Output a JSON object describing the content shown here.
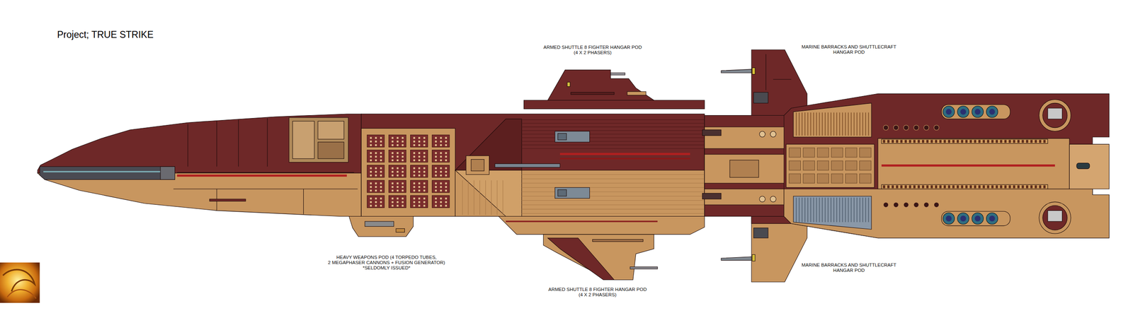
{
  "diagram": {
    "title": "Project; TRUE STRIKE",
    "labels": [
      "ARMED SHUTTLE 8 FIGHTER HANGAR POD (4 X 2 PHASERS)",
      "MARINE BARRACKS AND SHUTTLECRAFT HANGAR POD",
      "HEAVY WEAPONS POD (4 TORPEDO TUBES, 2 MEGAPHASER CANNONS + FUSION GENERATOR) *SELDOMLY ISSUED*",
      "MARINE BARRACKS AND SHUTTLECRAFT HANGAR POD",
      "ARMED SHUTTLE 8 FIGHTER HANGAR POD (4 X 2 PHASERS)"
    ]
  }
}
